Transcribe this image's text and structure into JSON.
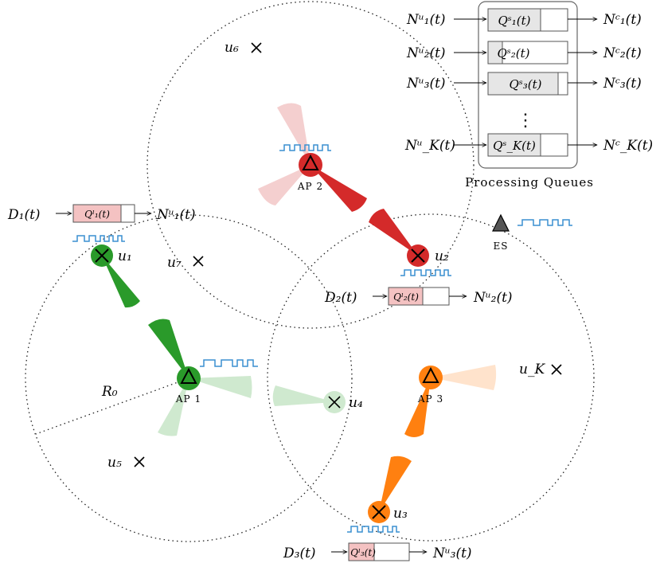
{
  "colors": {
    "green": "#2a9a2a",
    "green_light": "#cfe9cf",
    "red": "#d42a2a",
    "red_light": "#f4cfcf",
    "orange": "#ff8010",
    "orange_light": "#ffe3cc",
    "signal": "#3a8fd0",
    "queue_local": "#f4c2c2",
    "queue_proc": "#e6e6e6",
    "es": "#555555"
  },
  "access_points": [
    {
      "id": "ap1",
      "label": "AP 1"
    },
    {
      "id": "ap2",
      "label": "AP 2"
    },
    {
      "id": "ap3",
      "label": "AP 3"
    }
  ],
  "edge_server": {
    "label": "ES"
  },
  "users": [
    {
      "id": "u1",
      "label": "u₁"
    },
    {
      "id": "u2",
      "label": "u₂"
    },
    {
      "id": "u3",
      "label": "u₃"
    },
    {
      "id": "u4",
      "label": "u₄"
    },
    {
      "id": "u5",
      "label": "u₅"
    },
    {
      "id": "u6",
      "label": "u₆"
    },
    {
      "id": "u7",
      "label": "u₇"
    },
    {
      "id": "uK",
      "label": "u_K"
    }
  ],
  "radius_label": "R₀",
  "local_queues": [
    {
      "input": "D₁(t)",
      "queue": "Qˡ₁(t)",
      "output": "Nᵘ₁(t)"
    },
    {
      "input": "D₂(t)",
      "queue": "Qˡ₂(t)",
      "output": "Nᵘ₂(t)"
    },
    {
      "input": "D₃(t)",
      "queue": "Qˡ₃(t)",
      "output": "Nᵘ₃(t)"
    }
  ],
  "processing": {
    "title": "Processing Queues",
    "dots": "⋮",
    "rows": [
      {
        "input": "Nᵘ₁(t)",
        "queue": "Qˢ₁(t)",
        "output": "Nᶜ₁(t)"
      },
      {
        "input": "Nᵘ₂(t)",
        "queue": "Qˢ₂(t)",
        "output": "Nᶜ₂(t)"
      },
      {
        "input": "Nᵘ₃(t)",
        "queue": "Qˢ₃(t)",
        "output": "Nᶜ₃(t)"
      },
      {
        "input": "Nᵘ_K(t)",
        "queue": "Qˢ_K(t)",
        "output": "Nᶜ_K(t)"
      }
    ]
  }
}
